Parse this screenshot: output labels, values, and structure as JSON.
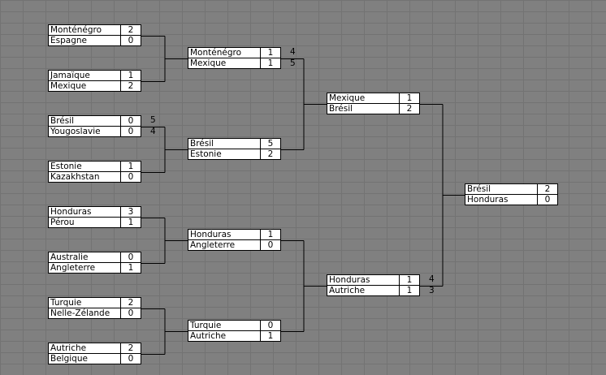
{
  "rounds": [
    [
      {
        "teams": [
          {
            "name": "Monténégro",
            "score": "2"
          },
          {
            "name": "Espagne",
            "score": "0"
          }
        ]
      },
      {
        "teams": [
          {
            "name": "Jamaïque",
            "score": "1"
          },
          {
            "name": "Mexique",
            "score": "2"
          }
        ]
      },
      {
        "teams": [
          {
            "name": "Brésil",
            "score": "0",
            "pen": "5"
          },
          {
            "name": "Yougoslavie",
            "score": "0",
            "pen": "4"
          }
        ]
      },
      {
        "teams": [
          {
            "name": "Estonie",
            "score": "1"
          },
          {
            "name": "Kazakhstan",
            "score": "0"
          }
        ]
      },
      {
        "teams": [
          {
            "name": "Honduras",
            "score": "3"
          },
          {
            "name": "Pérou",
            "score": "1"
          }
        ]
      },
      {
        "teams": [
          {
            "name": "Australie",
            "score": "0"
          },
          {
            "name": "Angleterre",
            "score": "1"
          }
        ]
      },
      {
        "teams": [
          {
            "name": "Turquie",
            "score": "2"
          },
          {
            "name": "Nelle-Zélande",
            "score": "0"
          }
        ]
      },
      {
        "teams": [
          {
            "name": "Autriche",
            "score": "2"
          },
          {
            "name": "Belgique",
            "score": "0"
          }
        ]
      }
    ],
    [
      {
        "teams": [
          {
            "name": "Monténégro",
            "score": "1",
            "pen": "4"
          },
          {
            "name": "Mexique",
            "score": "1",
            "pen": "5"
          }
        ]
      },
      {
        "teams": [
          {
            "name": "Brésil",
            "score": "5"
          },
          {
            "name": "Estonie",
            "score": "2"
          }
        ]
      },
      {
        "teams": [
          {
            "name": "Honduras",
            "score": "1"
          },
          {
            "name": "Angleterre",
            "score": "0"
          }
        ]
      },
      {
        "teams": [
          {
            "name": "Turquie",
            "score": "0"
          },
          {
            "name": "Autriche",
            "score": "1"
          }
        ]
      }
    ],
    [
      {
        "teams": [
          {
            "name": "Mexique",
            "score": "1"
          },
          {
            "name": "Brésil",
            "score": "2"
          }
        ]
      },
      {
        "teams": [
          {
            "name": "Honduras",
            "score": "1",
            "pen": "4"
          },
          {
            "name": "Autriche",
            "score": "1",
            "pen": "3"
          }
        ]
      }
    ],
    [
      {
        "teams": [
          {
            "name": "Brésil",
            "score": "2"
          },
          {
            "name": "Honduras",
            "score": "0"
          }
        ]
      }
    ]
  ],
  "colors": {
    "background": "#808080",
    "cell": "#ffffff",
    "line": "#000000"
  }
}
